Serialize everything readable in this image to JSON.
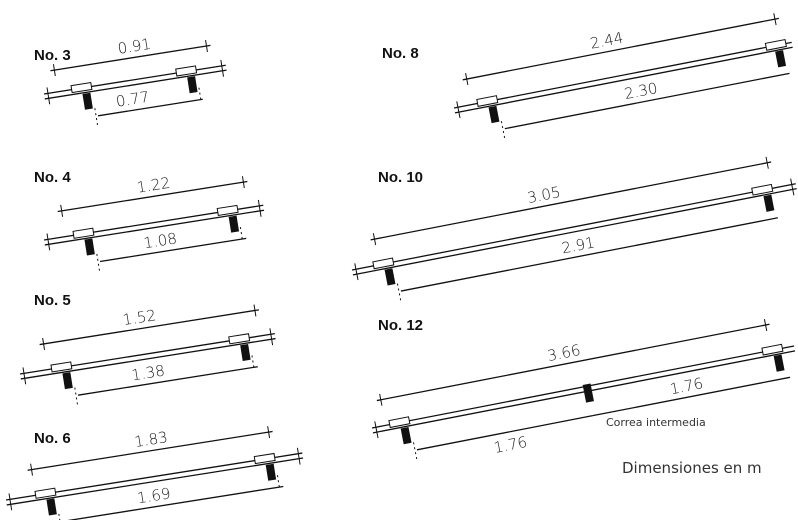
{
  "panels": [
    {
      "id": "no3",
      "title": "No. 3",
      "total": "0.91",
      "inner": "0.77"
    },
    {
      "id": "no4",
      "title": "No. 4",
      "total": "1.22",
      "inner": "1.08"
    },
    {
      "id": "no5",
      "title": "No. 5",
      "total": "1.52",
      "inner": "1.38"
    },
    {
      "id": "no6",
      "title": "No. 6",
      "total": "1.83",
      "inner": "1.69"
    },
    {
      "id": "no8",
      "title": "No. 8",
      "total": "2.44",
      "inner": "2.30"
    },
    {
      "id": "no10",
      "title": "No. 10",
      "total": "3.05",
      "inner": "2.91"
    },
    {
      "id": "no12",
      "title": "No. 12",
      "total": "3.66",
      "inner_left": "1.76",
      "inner_right": "1.76"
    }
  ],
  "note": "Correa intermedia",
  "units": "Dimensiones en m"
}
